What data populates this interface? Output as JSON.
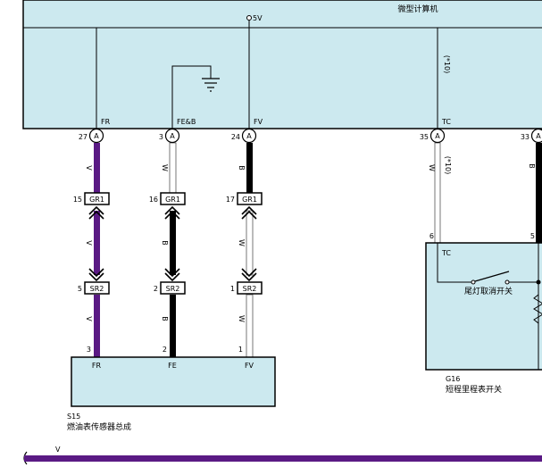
{
  "ecu": {
    "title": "微型计算机",
    "supply_label": "5V",
    "annotation_top": "(*10)",
    "pins": [
      "FR",
      "FE&B",
      "FV",
      "TC"
    ]
  },
  "wire_pins": {
    "w1": {
      "num": "27",
      "conn": "A",
      "color_code": "V",
      "gr1_num": "15",
      "gr1": "GR1",
      "sr2_num": "5",
      "sr2": "SR2",
      "sensor_pin": "3",
      "color": "#5a1a84"
    },
    "w2": {
      "num": "3",
      "conn": "A",
      "color_code_top": "W",
      "color_code": "B",
      "gr1_num": "16",
      "gr1": "GR1",
      "sr2_num": "2",
      "sr2": "SR2",
      "sensor_pin": "2"
    },
    "w3": {
      "num": "24",
      "conn": "A",
      "color_code_top": "B",
      "color_code": "W",
      "gr1_num": "17",
      "gr1": "GR1",
      "sr2_num": "1",
      "sr2": "SR2",
      "sensor_pin": "1"
    },
    "w4": {
      "num": "35",
      "conn": "A",
      "color_code": "W",
      "annotation": "(*10)",
      "switch_pin": "6"
    },
    "w5": {
      "num": "33",
      "conn": "A",
      "color_code": "B",
      "switch_pin": "5"
    }
  },
  "sensor": {
    "id": "S15",
    "name": "燃油表传感器总成",
    "pins": [
      "FR",
      "FE",
      "FV"
    ]
  },
  "switch": {
    "id": "G16",
    "name": "短程里程表开关",
    "pin_label": "TC",
    "contact_label": "尾灯取消开关"
  },
  "bottom_bus": {
    "label": "V"
  },
  "colors": {
    "box_fill": "#cce9ef",
    "violet": "#5a1a84",
    "black": "#000000"
  }
}
